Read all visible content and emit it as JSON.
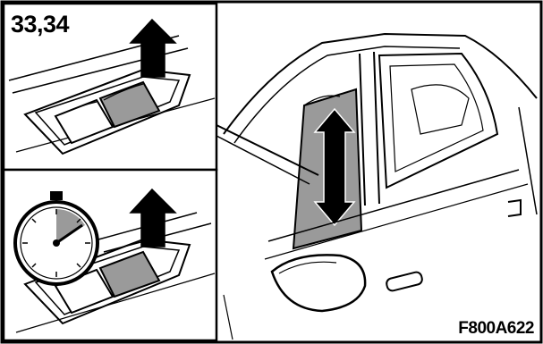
{
  "figure": {
    "reference_label": "33,34",
    "figure_code": "F800A622"
  },
  "colors": {
    "line": "#000000",
    "background": "#ffffff",
    "shade": "#9a9a9a",
    "switch_highlight": "#e8e8e8"
  },
  "panels": [
    {
      "name": "window-switch-lift-panel"
    },
    {
      "name": "window-switch-hold-timer-panel"
    },
    {
      "name": "rear-door-window-panel"
    }
  ]
}
